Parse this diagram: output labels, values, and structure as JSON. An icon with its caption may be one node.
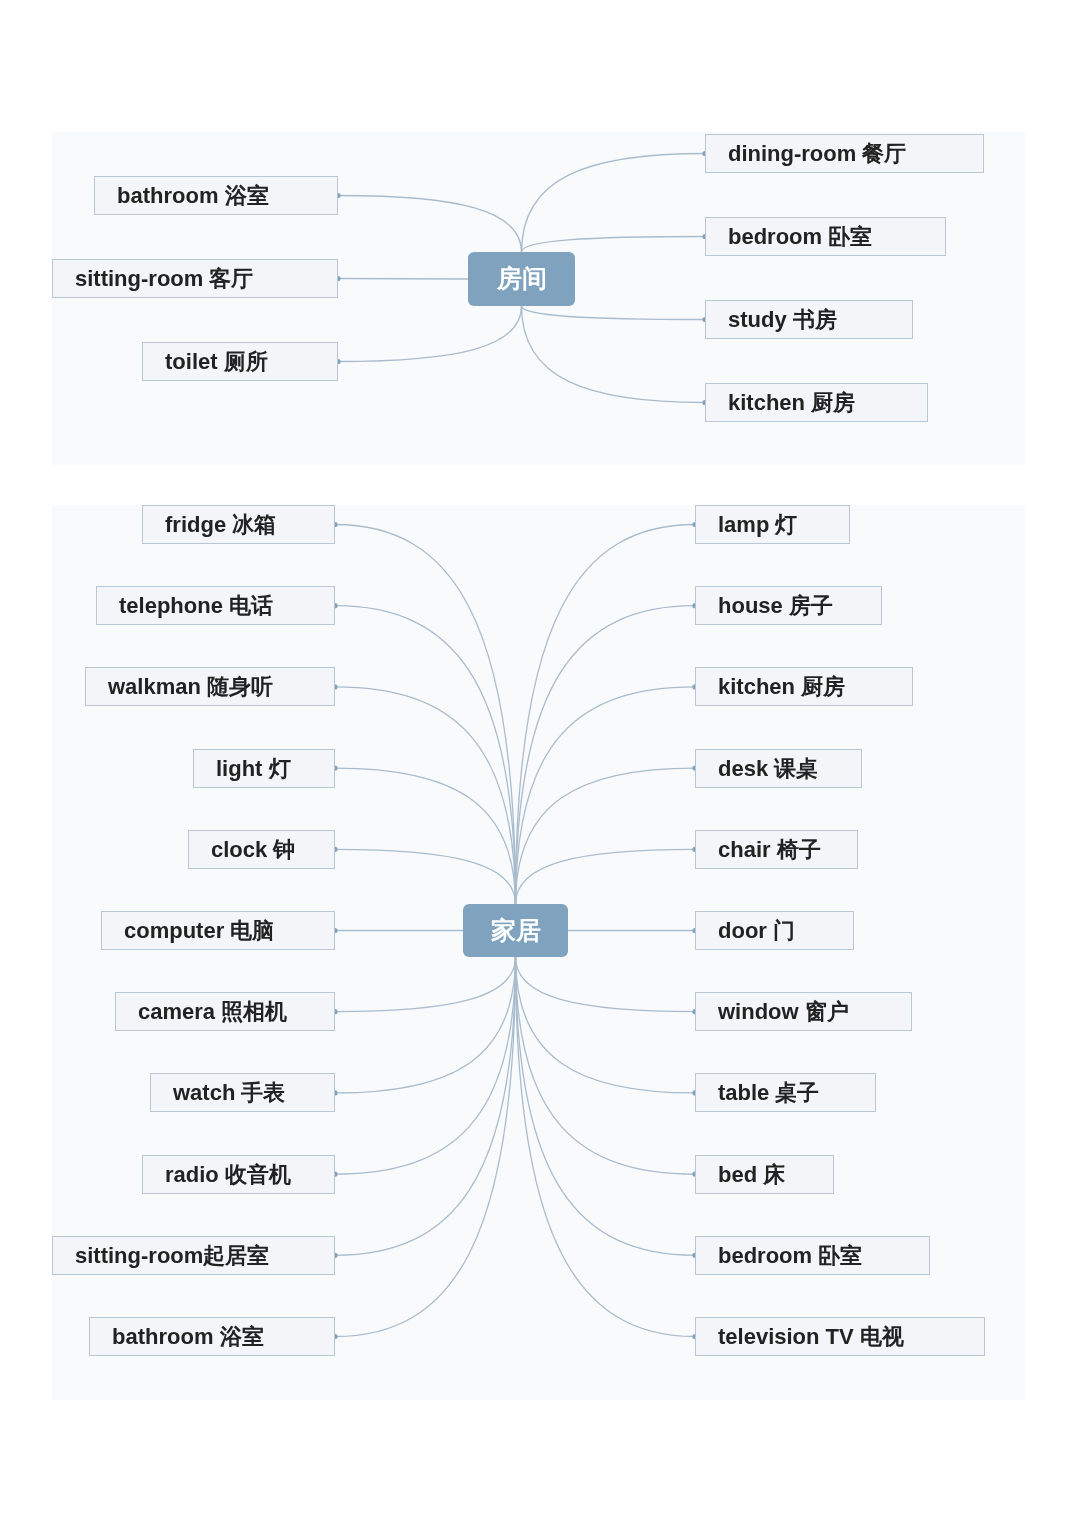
{
  "diagram": {
    "nodes": [
      {
        "text": [
          "房间"
        ]
      },
      {
        "text": [
          "bathroom 浴室"
        ]
      },
      {
        "text": [
          "sitting-room 客厅"
        ]
      },
      {
        "text": [
          "toilet 厕所"
        ]
      },
      {
        "text": [
          "dining-room 餐厅"
        ]
      },
      {
        "text": [
          "bedroom 卧室"
        ]
      },
      {
        "text": [
          "study 书房"
        ]
      },
      {
        "text": [
          "kitchen 厨房"
        ]
      },
      {
        "text": [
          "家居"
        ]
      },
      {
        "text": [
          "fridge 冰箱"
        ]
      },
      {
        "text": [
          "telephone 电话"
        ]
      },
      {
        "text": [
          "walkman 随身听"
        ]
      },
      {
        "text": [
          "light 灯"
        ]
      },
      {
        "text": [
          "clock 钟"
        ]
      },
      {
        "text": [
          "computer 电脑"
        ]
      },
      {
        "text": [
          "camera 照相机"
        ]
      },
      {
        "text": [
          "watch 手表"
        ]
      },
      {
        "text": [
          "radio 收音机"
        ]
      },
      {
        "text": [
          "sitting-room起居室"
        ]
      },
      {
        "text": [
          "bathroom 浴室"
        ]
      },
      {
        "text": [
          "lamp 灯"
        ]
      },
      {
        "text": [
          "house 房子"
        ]
      },
      {
        "text": [
          "kitchen 厨房"
        ]
      },
      {
        "text": [
          "desk 课桌"
        ]
      },
      {
        "text": [
          "chair 椅子"
        ]
      },
      {
        "text": [
          "door 门"
        ]
      },
      {
        "text": [
          "window 窗户"
        ]
      },
      {
        "text": [
          "table 桌子"
        ]
      },
      {
        "text": [
          "bed 床"
        ]
      },
      {
        "text": [
          "bedroom 卧室"
        ]
      },
      {
        "text": [
          "television TV 电视"
        ]
      }
    ],
    "edges": [
      {
        "from": 0,
        "to": 1,
        "arrow": "other"
      },
      {
        "from": 0,
        "to": 2,
        "arrow": "other"
      },
      {
        "from": 0,
        "to": 3,
        "arrow": "other"
      },
      {
        "from": 0,
        "to": 4,
        "arrow": "other"
      },
      {
        "from": 0,
        "to": 5,
        "arrow": "other"
      },
      {
        "from": 0,
        "to": 6,
        "arrow": "other"
      },
      {
        "from": 0,
        "to": 7,
        "arrow": "other"
      },
      {
        "from": 8,
        "to": 9,
        "arrow": "other"
      },
      {
        "from": 8,
        "to": 10,
        "arrow": "other"
      },
      {
        "from": 8,
        "to": 11,
        "arrow": "other"
      },
      {
        "from": 8,
        "to": 12,
        "arrow": "other"
      },
      {
        "from": 8,
        "to": 13,
        "arrow": "other"
      },
      {
        "from": 8,
        "to": 14,
        "arrow": "other"
      },
      {
        "from": 8,
        "to": 15,
        "arrow": "other"
      },
      {
        "from": 8,
        "to": 16,
        "arrow": "other"
      },
      {
        "from": 8,
        "to": 17,
        "arrow": "other"
      },
      {
        "from": 8,
        "to": 18,
        "arrow": "other"
      },
      {
        "from": 8,
        "to": 19,
        "arrow": "other"
      },
      {
        "from": 8,
        "to": 20,
        "arrow": "other"
      },
      {
        "from": 8,
        "to": 21,
        "arrow": "other"
      },
      {
        "from": 8,
        "to": 22,
        "arrow": "other"
      },
      {
        "from": 8,
        "to": 23,
        "arrow": "other"
      },
      {
        "from": 8,
        "to": 24,
        "arrow": "other"
      },
      {
        "from": 8,
        "to": 25,
        "arrow": "other"
      },
      {
        "from": 8,
        "to": 26,
        "arrow": "other"
      },
      {
        "from": 8,
        "to": 27,
        "arrow": "other"
      },
      {
        "from": 8,
        "to": 28,
        "arrow": "other"
      },
      {
        "from": 8,
        "to": 29,
        "arrow": "other"
      },
      {
        "from": 8,
        "to": 30,
        "arrow": "other"
      }
    ]
  }
}
